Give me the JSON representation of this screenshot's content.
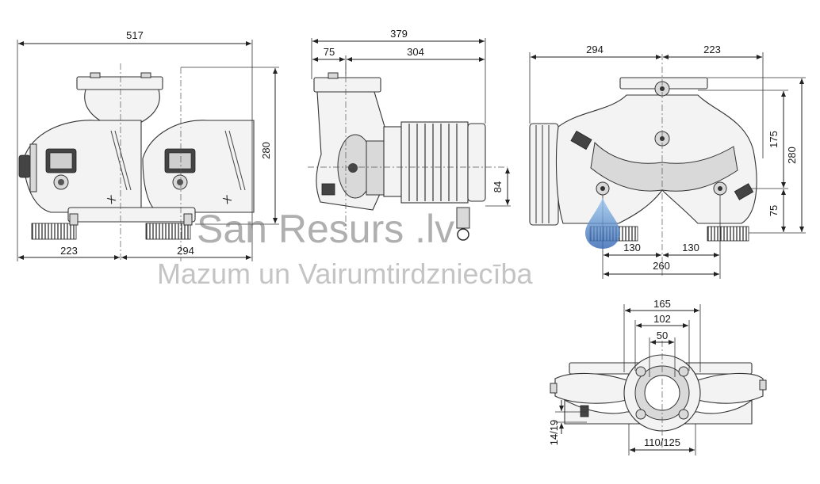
{
  "dimensions": {
    "front": {
      "overall_width": "517",
      "height": "280",
      "left_to_axis": "223",
      "axis_to_right": "294"
    },
    "side": {
      "overall_length": "379",
      "flange_offset": "75",
      "motor_length": "304",
      "axis_height": "84"
    },
    "rear": {
      "left_to_axis": "294",
      "axis_to_right": "223",
      "upper_height": "175",
      "height": "280",
      "base_height": "75",
      "hole_left": "130",
      "hole_right": "130",
      "hole_span": "260"
    },
    "flange": {
      "outer_diameter": "165",
      "bolt_circle": "102",
      "bore": "50",
      "hole_size": "14/19",
      "bolt_span": "110/125"
    }
  },
  "watermark": {
    "brand": "San Resurs .lv",
    "tagline": "Mazum un Vairumtirdzniecība",
    "drop_color": "#3f7fc4"
  }
}
